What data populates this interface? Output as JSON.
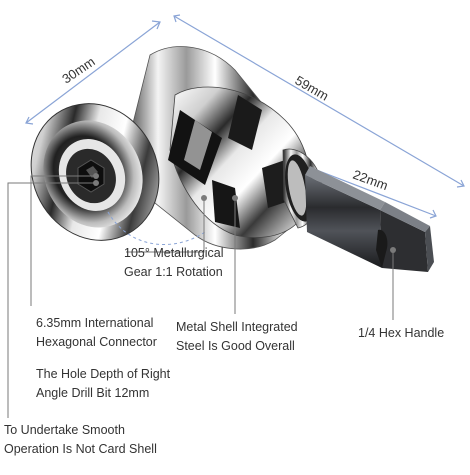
{
  "dimensions": {
    "width_label": "30mm",
    "length_label": "59mm",
    "shank_label": "22mm"
  },
  "callouts": {
    "angle": [
      "105° Metallurgical",
      "Gear 1:1 Rotation"
    ],
    "connector": [
      "6.35mm International",
      "Hexagonal Connector"
    ],
    "depth": [
      "The Hole Depth of Right",
      "Angle Drill Bit 12mm"
    ],
    "operation": [
      "To Undertake Smooth",
      "Operation Is Not Card Shell"
    ],
    "shell": [
      "Metal Shell Integrated",
      "Steel Is Good Overall"
    ],
    "handle": [
      "1/4 Hex Handle"
    ]
  },
  "colors": {
    "dimension_line": "#8aa4d6",
    "callout_line": "#7a7a7a",
    "text": "#333333",
    "chrome_light": "#f2f2f2",
    "chrome_dark": "#1b1b1b",
    "hex_shank": "#2a2a2c"
  },
  "icons": [
    "hex-socket-icon",
    "hex-shank-icon"
  ]
}
